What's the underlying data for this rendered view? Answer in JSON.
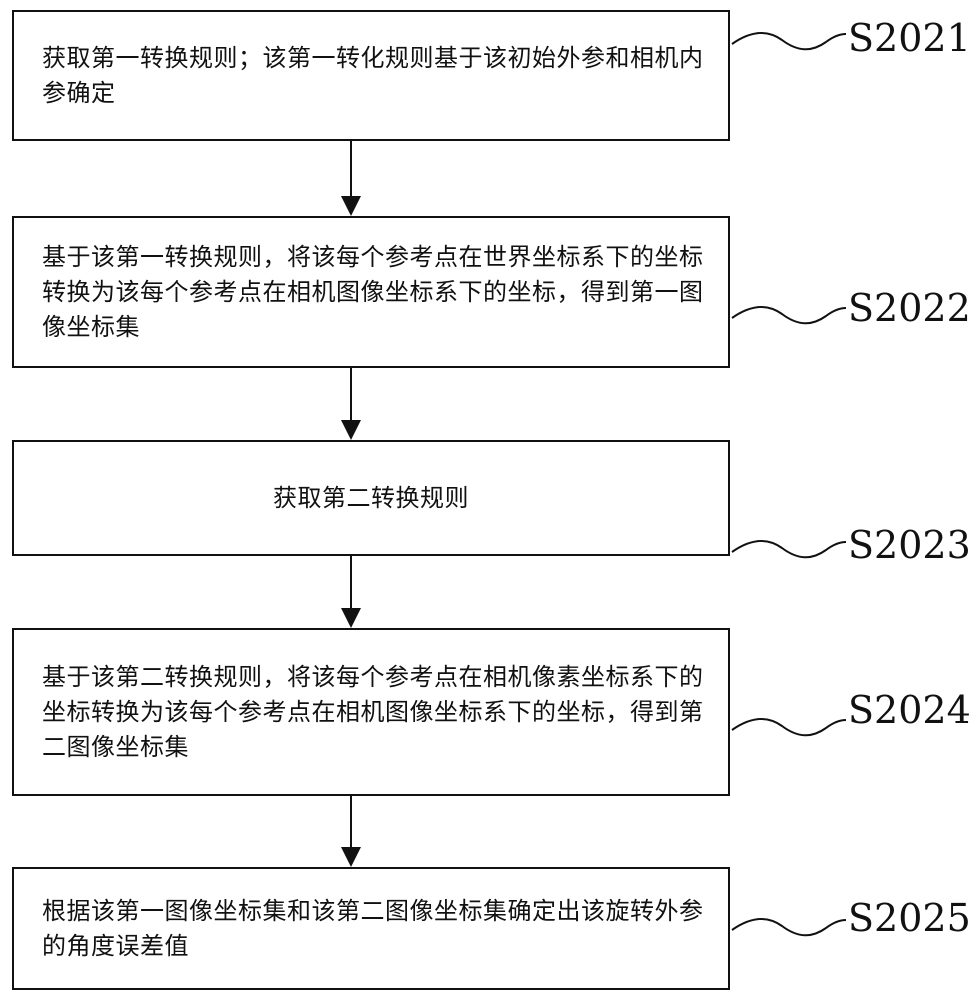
{
  "steps": [
    {
      "id": "S2021",
      "text": "获取第一转换规则；该第一转化规则基于该初始外参和相机内参确定"
    },
    {
      "id": "S2022",
      "text": "基于该第一转换规则，将该每个参考点在世界坐标系下的坐标转换为该每个参考点在相机图像坐标系下的坐标，得到第一图像坐标集"
    },
    {
      "id": "S2023",
      "text": "获取第二转换规则"
    },
    {
      "id": "S2024",
      "text": "基于该第二转换规则，将该每个参考点在相机像素坐标系下的坐标转换为该每个参考点在相机图像坐标系下的坐标，得到第二图像坐标集"
    },
    {
      "id": "S2025",
      "text": "根据该第一图像坐标集和该第二图像坐标集确定出该旋转外参的角度误差值"
    }
  ]
}
